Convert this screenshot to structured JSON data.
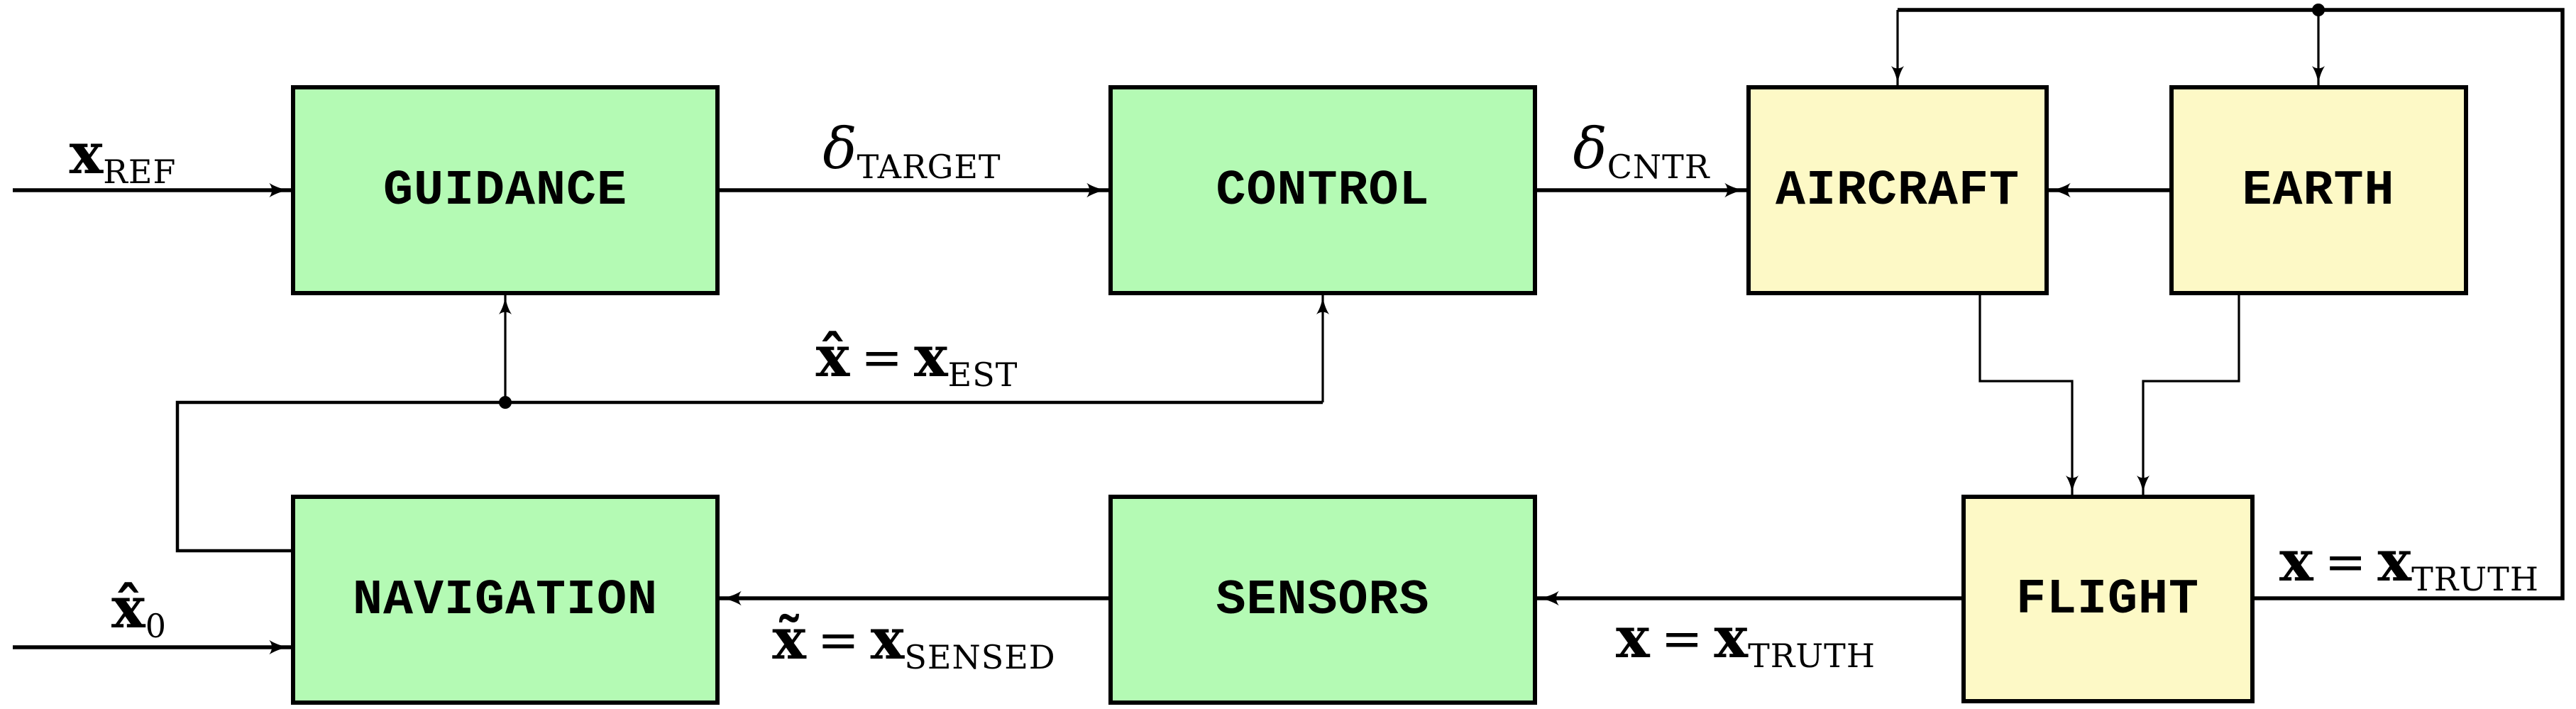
{
  "colors": {
    "box_green": "#b4fab4",
    "box_yellow": "#fdf9c6",
    "line": "#000000",
    "ink": "#000000",
    "page_bg": "#ffffff"
  },
  "boxes": [
    {
      "id": "guidance",
      "label": "GUIDANCE"
    },
    {
      "id": "control",
      "label": "CONTROL"
    },
    {
      "id": "aircraft",
      "label": "AIRCRAFT"
    },
    {
      "id": "earth",
      "label": "EARTH"
    },
    {
      "id": "navigation",
      "label": "NAVIGATION"
    },
    {
      "id": "sensors",
      "label": "SENSORS"
    },
    {
      "id": "flight",
      "label": "FLIGHT"
    }
  ],
  "signals": {
    "x_ref": {
      "var": "x",
      "sub": "REF"
    },
    "delta_target": {
      "var": "δ",
      "sub": "TARGET"
    },
    "delta_cntr": {
      "var": "δ",
      "sub": "CNTR"
    },
    "x_est": {
      "lhs": "x̂",
      "eq": "=",
      "var": "x",
      "sub": "EST"
    },
    "x_init": {
      "var": "x̂",
      "sub": "0"
    },
    "x_sensed": {
      "lhs": "x̃",
      "eq": "=",
      "var": "x",
      "sub": "SENSED"
    },
    "x_truth_to_sensors": {
      "lhs": "x",
      "eq": "=",
      "var": "x",
      "sub": "TRUTH"
    },
    "x_truth_feedback": {
      "lhs": "x",
      "eq": "=",
      "var": "x",
      "sub": "TRUTH"
    }
  }
}
